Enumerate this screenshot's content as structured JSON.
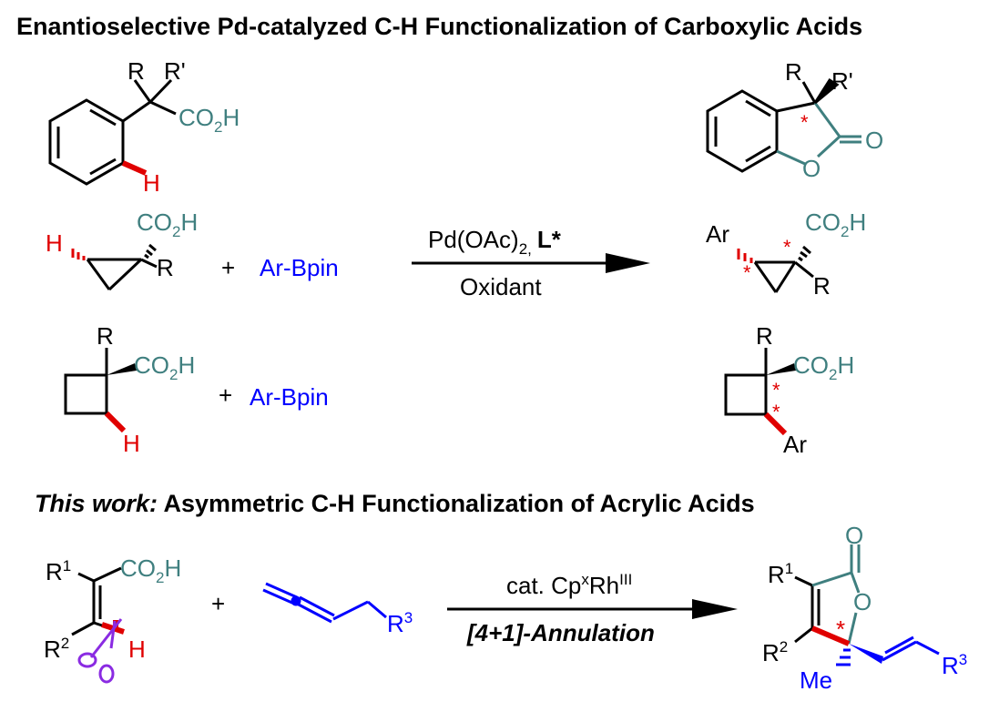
{
  "title": "Enantioselective Pd-catalyzed C-H Functionalization of Carboxylic Acids",
  "subtitle_emph": "This work:",
  "subtitle_rest": " Asymmetric C-H Functionalization of Acrylic Acids",
  "colors": {
    "acid": "#3f7f7f",
    "ch_bond": "#e00000",
    "reagent": "#0000ff",
    "scissors": "#8a2be2",
    "stereo": "#e00000",
    "black": "#000000"
  },
  "labels": {
    "R": "R",
    "R_prime": "R'",
    "CO": "CO",
    "H": "H",
    "two": "2",
    "O": "O",
    "Ar": "Ar",
    "star": "*",
    "plus": "+",
    "ar_bpin": "Ar-Bpin",
    "oxidant": "Oxidant",
    "pd": "Pd(OAc)",
    "pd_sub": "2,",
    "ligand": "L*",
    "R1_base": "R",
    "R1_sup": "1",
    "R2_base": "R",
    "R2_sup": "2",
    "R3_base": "R",
    "R3_sup": "3",
    "cat": "cat. Cp",
    "cat_x": "x",
    "cat_rh": "Rh",
    "cat_iii": "III",
    "annulation": "[4+1]-Annulation",
    "me": "Me"
  }
}
